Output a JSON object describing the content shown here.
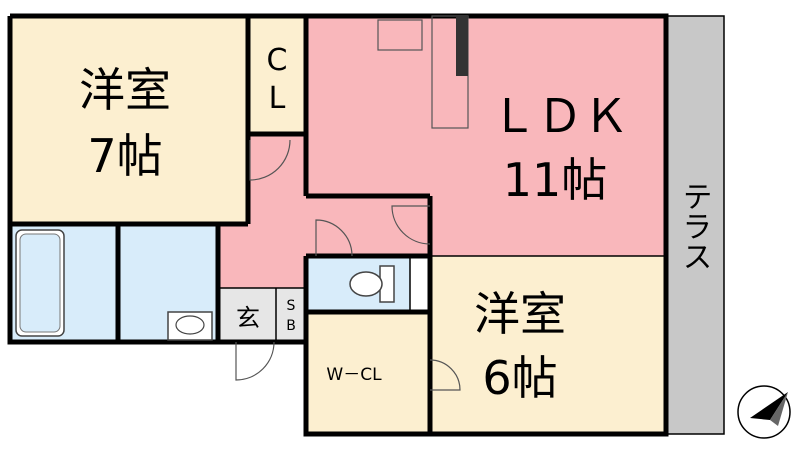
{
  "rooms": {
    "western_7": {
      "name": "洋室",
      "size": "7帖"
    },
    "closet": {
      "name": "C\nL",
      "line1": "C",
      "line2": "L"
    },
    "ldk": {
      "name": "ＬＤＫ",
      "size": "11帖"
    },
    "terrace": {
      "name": "テラス"
    },
    "western_6": {
      "name": "洋室",
      "size": "6帖"
    },
    "walk_in_closet": {
      "name": "W－CL"
    },
    "entrance": {
      "name": "玄"
    },
    "shoe_box": {
      "line1": "S",
      "line2": "B"
    }
  },
  "colors": {
    "western_room": "#fcefd0",
    "ldk": "#f9b7bb",
    "wet_area": "#d8ecfa",
    "terrace": "#c8c8c8",
    "wall": "#000000"
  },
  "icons": [
    "north-arrow-icon",
    "bathtub-icon",
    "toilet-icon",
    "washbasin-icon"
  ]
}
